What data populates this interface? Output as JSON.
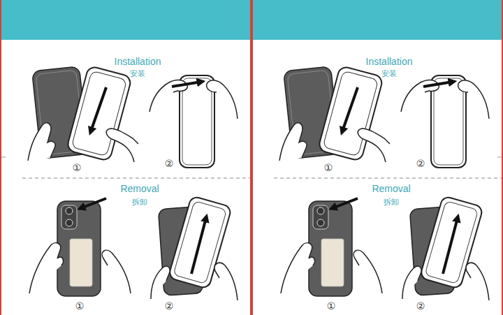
{
  "diagram": {
    "nodes": [
      {
        "text": [
          "Installation",
          "安装",
          "①",
          "②",
          "Removal",
          "拆卸",
          "①",
          "②"
        ]
      },
      {
        "text": [
          "Installation",
          "安装",
          "①",
          "②",
          "Removal",
          "拆卸",
          "①",
          "②"
        ]
      }
    ]
  }
}
